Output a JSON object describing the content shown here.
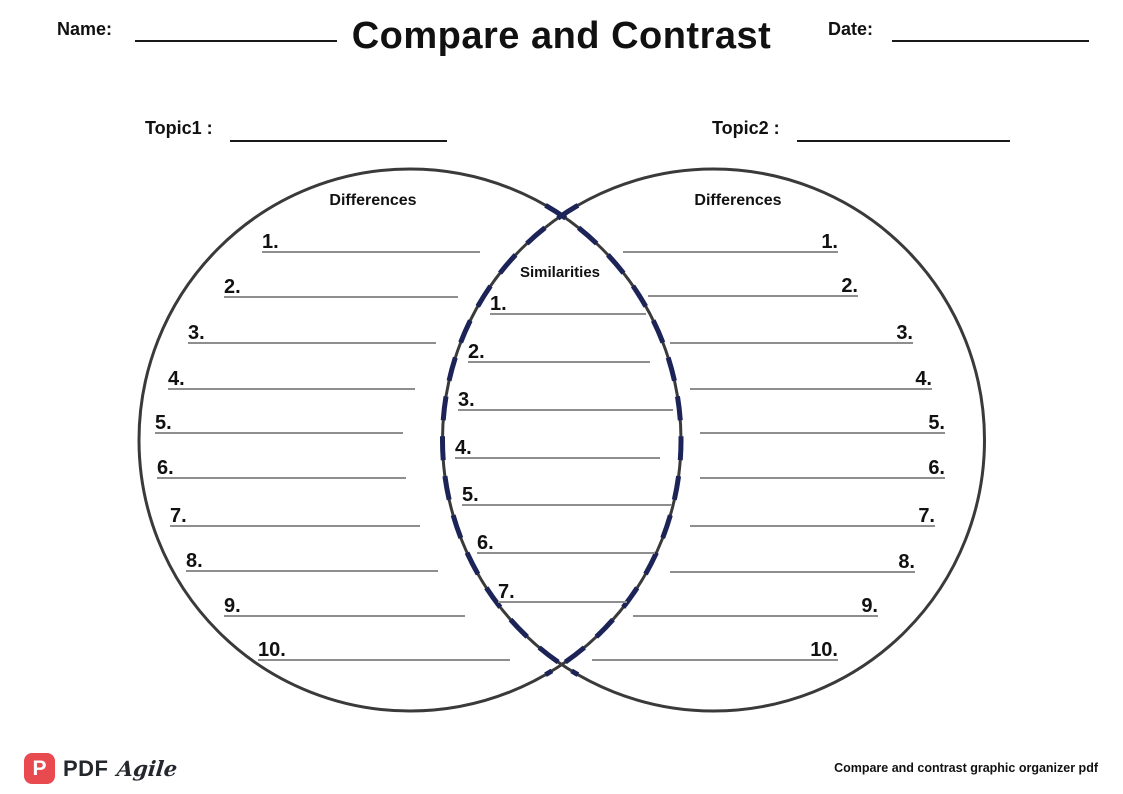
{
  "header": {
    "name_label": "Name:",
    "title": "Compare and Contrast",
    "date_label": "Date:"
  },
  "topics": {
    "topic1_label": "Topic1 :",
    "topic2_label": "Topic2 :"
  },
  "venn": {
    "left": {
      "heading": "Differences",
      "items": [
        "1.",
        "2.",
        "3.",
        "4.",
        "5.",
        "6.",
        "7.",
        "8.",
        "9.",
        "10."
      ]
    },
    "right": {
      "heading": "Differences",
      "items": [
        "1.",
        "2.",
        "3.",
        "4.",
        "5.",
        "6.",
        "7.",
        "8.",
        "9.",
        "10."
      ]
    },
    "middle": {
      "heading": "Similarities",
      "items": [
        "1.",
        "2.",
        "3.",
        "4.",
        "5.",
        "6.",
        "7."
      ]
    }
  },
  "footer": {
    "logo_letter": "P",
    "logo_text_bold": "PDF",
    "logo_text_script": "Agile",
    "caption": "Compare and contrast graphic organizer pdf"
  },
  "colors": {
    "circle_stroke": "#3a3a3a",
    "overlap_dash": "#1c2457",
    "entry_rule_gray": "#8e8e8e",
    "header_rule_black": "#1a1a1a",
    "logo_red": "#e84a50"
  }
}
